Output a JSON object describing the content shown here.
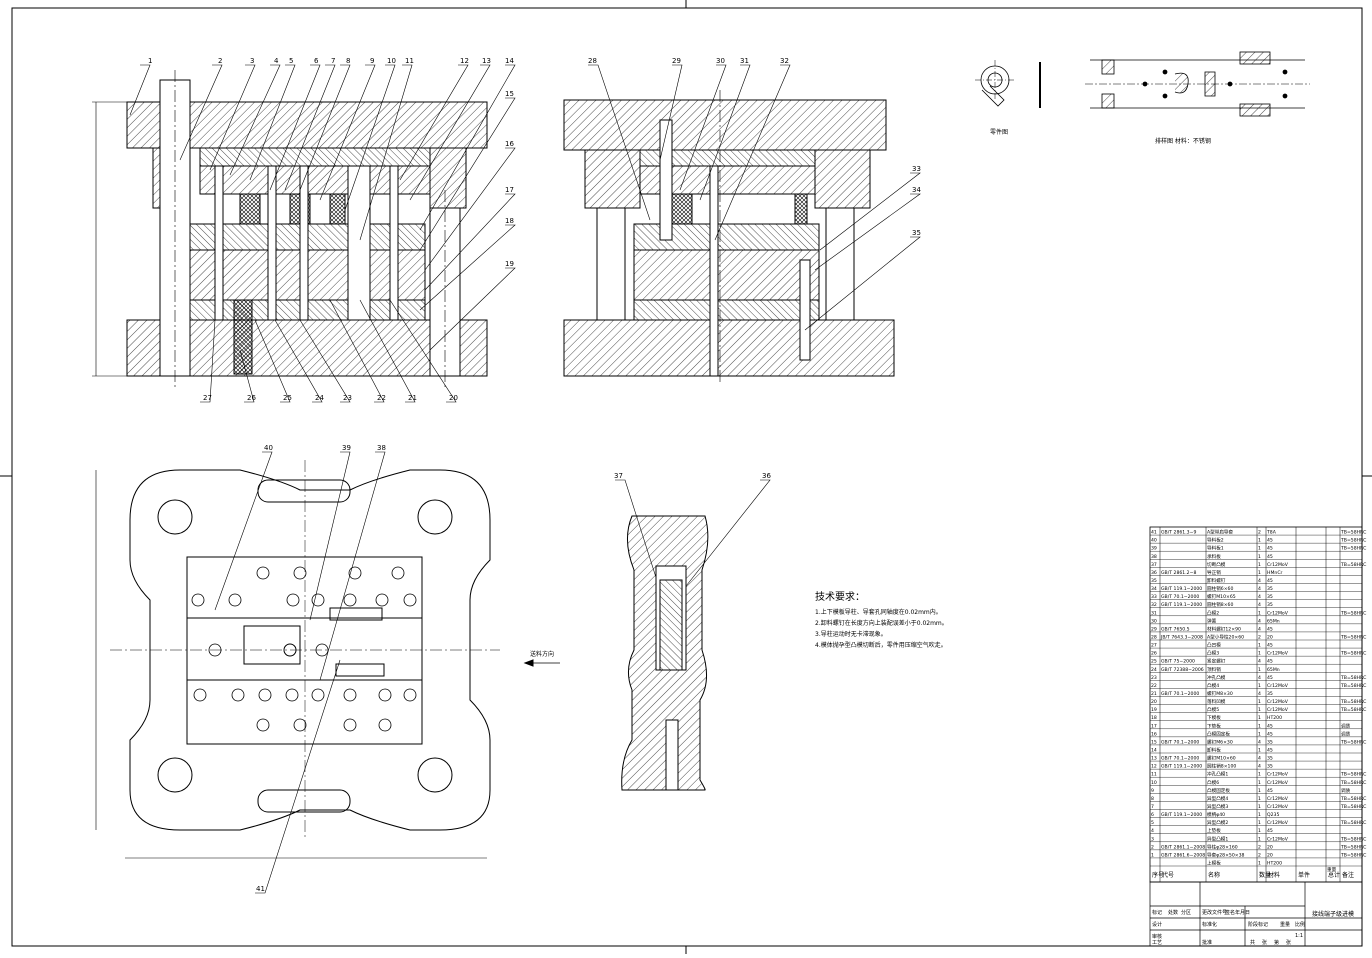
{
  "drawing": {
    "part_numbers_top": [
      "1",
      "2",
      "3",
      "4",
      "5",
      "6",
      "7",
      "8",
      "9",
      "10",
      "11",
      "12",
      "13",
      "14",
      "15",
      "16",
      "17",
      "18",
      "19"
    ],
    "part_numbers_bottom": [
      "27",
      "26",
      "25",
      "24",
      "23",
      "22",
      "21",
      "20"
    ],
    "part_numbers_side": [
      "28",
      "29",
      "30",
      "31",
      "32",
      "33",
      "34",
      "35"
    ],
    "part_numbers_plan": [
      "40",
      "39",
      "38",
      "41"
    ],
    "part_numbers_detail": [
      "37",
      "36"
    ],
    "part_view_caption": "零件图",
    "strip_caption": "排样图  材料：不锈钢",
    "feed_direction": "送料方向",
    "tech_req": {
      "title": "技术要求：",
      "items": [
        "1.上下模板导柱、导套孔同轴度在0.02mm内。",
        "2.卸料螺钉在长度方向上装配误差小于0.02mm。",
        "3.导柱运动时无卡滞现象。",
        "4.模体抛孕型凸模切断后，零件用压缩空气吹走。"
      ]
    }
  },
  "bom": {
    "header": [
      "序号",
      "代号",
      "名称",
      "数量",
      "材料",
      "单件",
      "总计",
      "备注"
    ],
    "weight_label": "重量",
    "rows": [
      {
        "no": "41",
        "code": "GB/T 2861.3−9",
        "name": "A型带肩导套",
        "qty": "2",
        "mat": "T8A",
        "note": "TB=58HRC"
      },
      {
        "no": "40",
        "code": "",
        "name": "导料板2",
        "qty": "1",
        "mat": "45",
        "note": "TB=58HRC"
      },
      {
        "no": "39",
        "code": "",
        "name": "导料板1",
        "qty": "1",
        "mat": "45",
        "note": "TB=58HRC"
      },
      {
        "no": "38",
        "code": "",
        "name": "承料板",
        "qty": "1",
        "mat": "45",
        "note": ""
      },
      {
        "no": "37",
        "code": "",
        "name": "切断凸模",
        "qty": "1",
        "mat": "Cr12MoV",
        "note": "TB=58HRC"
      },
      {
        "no": "36",
        "code": "GB/T 2861.2−8",
        "name": "导正销",
        "qty": "1",
        "mat": "HMnCr",
        "note": ""
      },
      {
        "no": "35",
        "code": "",
        "name": "卸料螺钉",
        "qty": "4",
        "mat": "45",
        "note": ""
      },
      {
        "no": "34",
        "code": "GB/T 119.1−2000",
        "name": "圆柱销6×60",
        "qty": "4",
        "mat": "35",
        "note": ""
      },
      {
        "no": "33",
        "code": "GB/T 70.1−2000",
        "name": "螺钉M10×65",
        "qty": "4",
        "mat": "35",
        "note": ""
      },
      {
        "no": "32",
        "code": "GB/T 119.1−2000",
        "name": "圆柱销8×60",
        "qty": "4",
        "mat": "35",
        "note": ""
      },
      {
        "no": "31",
        "code": "",
        "name": "凸模2",
        "qty": "1",
        "mat": "Cr12MoV",
        "note": "TB=58HRC"
      },
      {
        "no": "30",
        "code": "",
        "name": "弹簧",
        "qty": "4",
        "mat": "65Mn",
        "note": ""
      },
      {
        "no": "29",
        "code": "GB/T 7650.5",
        "name": "材料螺钉12×90",
        "qty": "4",
        "mat": "45",
        "note": ""
      },
      {
        "no": "28",
        "code": "JB/T 7643.3−2008",
        "name": "A型小导柱20×60",
        "qty": "2",
        "mat": "20",
        "note": "TB=58HRC"
      },
      {
        "no": "27",
        "code": "",
        "name": "凸凹模",
        "qty": "1",
        "mat": "45",
        "note": ""
      },
      {
        "no": "26",
        "code": "",
        "name": "凸模3",
        "qty": "1",
        "mat": "Cr12MoV",
        "note": "TB=58HRC"
      },
      {
        "no": "25",
        "code": "GB/T 75−2000",
        "name": "紧定螺钉",
        "qty": "4",
        "mat": "45",
        "note": ""
      },
      {
        "no": "24",
        "code": "GB/T 72388−2006",
        "name": "顶料销",
        "qty": "1",
        "mat": "65Mn",
        "note": ""
      },
      {
        "no": "23",
        "code": "",
        "name": "冲孔凸模",
        "qty": "4",
        "mat": "45",
        "note": "TB=58HRC"
      },
      {
        "no": "22",
        "code": "",
        "name": "凸模4",
        "qty": "1",
        "mat": "Cr12MoV",
        "note": "TB=58HRC"
      },
      {
        "no": "21",
        "code": "GB/T 70.1−2000",
        "name": "螺钉M8×30",
        "qty": "4",
        "mat": "35",
        "note": ""
      },
      {
        "no": "20",
        "code": "",
        "name": "落料凹模",
        "qty": "1",
        "mat": "Cr12MoV",
        "note": "TB=58HRC"
      },
      {
        "no": "19",
        "code": "",
        "name": "凸模5",
        "qty": "1",
        "mat": "Cr12MoV",
        "note": "TB=58HRC"
      },
      {
        "no": "18",
        "code": "",
        "name": "下模板",
        "qty": "1",
        "mat": "HT200",
        "note": ""
      },
      {
        "no": "17",
        "code": "",
        "name": "下垫板",
        "qty": "1",
        "mat": "45",
        "note": "调质"
      },
      {
        "no": "16",
        "code": "",
        "name": "凸模固定板",
        "qty": "1",
        "mat": "45",
        "note": "调质"
      },
      {
        "no": "15",
        "code": "GB/T 70.1−2000",
        "name": "螺钉M6×30",
        "qty": "4",
        "mat": "35",
        "note": "TB=58HRC"
      },
      {
        "no": "14",
        "code": "",
        "name": "卸料板",
        "qty": "1",
        "mat": "45",
        "note": ""
      },
      {
        "no": "13",
        "code": "GB/T 70.1−2000",
        "name": "螺钉M10×60",
        "qty": "4",
        "mat": "35",
        "note": ""
      },
      {
        "no": "12",
        "code": "GB/T 119.1−2000",
        "name": "圆柱销8×100",
        "qty": "4",
        "mat": "35",
        "note": ""
      },
      {
        "no": "11",
        "code": "",
        "name": "冲孔凸模1",
        "qty": "1",
        "mat": "Cr12MoV",
        "note": "TB=58HRC"
      },
      {
        "no": "10",
        "code": "",
        "name": "凸模6",
        "qty": "1",
        "mat": "Cr12MoV",
        "note": "TB=58HRC"
      },
      {
        "no": "9",
        "code": "",
        "name": "凸模固定板",
        "qty": "1",
        "mat": "45",
        "note": "调质"
      },
      {
        "no": "8",
        "code": "",
        "name": "异型凸模4",
        "qty": "1",
        "mat": "Cr12MoV",
        "note": "TB=58HRC"
      },
      {
        "no": "7",
        "code": "",
        "name": "异型凸模3",
        "qty": "1",
        "mat": "Cr12MoV",
        "note": "TB=58HRC"
      },
      {
        "no": "6",
        "code": "GB/T 119.1−2000",
        "name": "模柄φ40",
        "qty": "1",
        "mat": "Q235",
        "note": ""
      },
      {
        "no": "5",
        "code": "",
        "name": "异型凸模2",
        "qty": "1",
        "mat": "Cr12MoV",
        "note": "TB=58HRC"
      },
      {
        "no": "4",
        "code": "",
        "name": "上垫板",
        "qty": "1",
        "mat": "45",
        "note": ""
      },
      {
        "no": "3",
        "code": "",
        "name": "异型凸模1",
        "qty": "1",
        "mat": "Cr12MoV",
        "note": "TB=58HRC"
      },
      {
        "no": "2",
        "code": "GB/T 2861.1−2008",
        "name": "导柱φ28×160",
        "qty": "2",
        "mat": "20",
        "note": "TB=58HRC"
      },
      {
        "no": "1",
        "code": "GB/T 2861.6−2008",
        "name": "导套φ28×50×38",
        "qty": "2",
        "mat": "20",
        "note": "TB=58HRC"
      },
      {
        "no": "",
        "code": "",
        "name": "上模板",
        "qty": "1",
        "mat": "HT200",
        "note": ""
      }
    ]
  },
  "title_block": {
    "title": "接线端子级进模",
    "labels": [
      "标记",
      "处数",
      "分区",
      "更改文件号",
      "签名",
      "年月日",
      "设计",
      "标准化",
      "阶段标记",
      "重量",
      "比例",
      "审核",
      "工艺",
      "批准",
      "共",
      "张",
      "第",
      "张"
    ],
    "scale": "1:1"
  }
}
